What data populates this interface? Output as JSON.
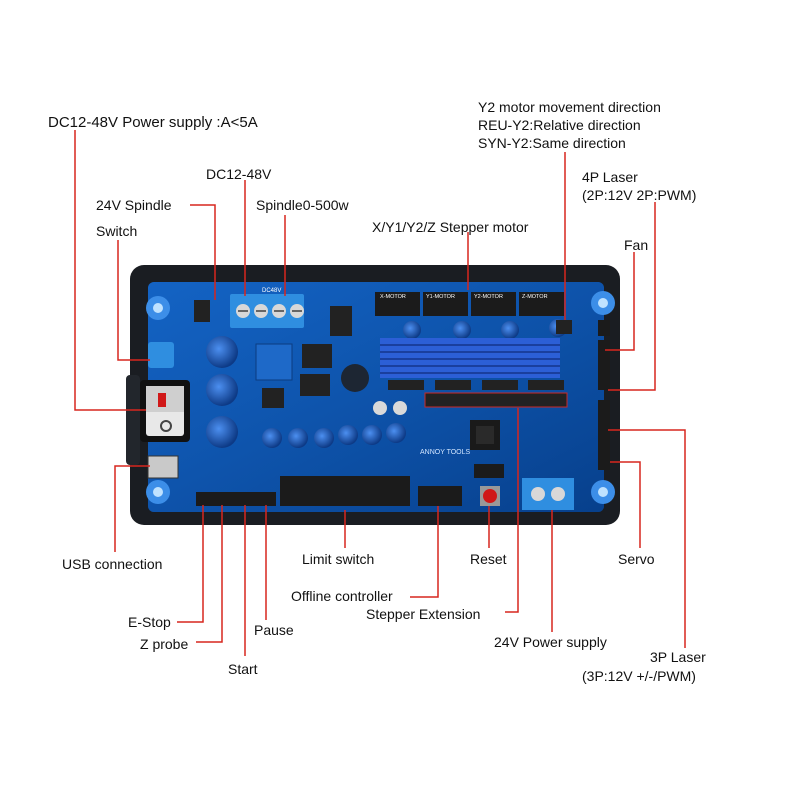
{
  "colors": {
    "leader": "#d7261e",
    "board": "#1a1d22",
    "pcb": "#0b57b8",
    "pcb_dark": "#073f8a",
    "heatsink": "#2c5fd6",
    "terminal": "#2f8ee0",
    "connector": "#2a2a2a",
    "standoff": "#4aa8ff",
    "switch_red": "#d01818"
  },
  "labels": {
    "power_supply": "DC12-48V Power supply :A<5A",
    "dc_input": "DC12-48V",
    "spindle_24v": "24V Spindle",
    "switch": "Switch",
    "spindle_power": "Spindle0-500w",
    "stepper_motor": "X/Y1/Y2/Z Stepper motor",
    "y2_direction_1": "Y2 motor movement direction",
    "y2_direction_2": "REU-Y2:Relative direction",
    "y2_direction_3": "SYN-Y2:Same direction",
    "laser_4p_1": "4P Laser",
    "laser_4p_2": "(2P:12V 2P:PWM)",
    "fan": "Fan",
    "usb": "USB connection",
    "limit_switch": "Limit switch",
    "reset": "Reset",
    "servo": "Servo",
    "offline_controller": "Offline controller",
    "stepper_extension": "Stepper Extension",
    "estop": "E-Stop",
    "z_probe": "Z probe",
    "pause": "Pause",
    "start": "Start",
    "power_24v": "24V Power supply",
    "laser_3p_1": "3P Laser",
    "laser_3p_2": "(3P:12V +/-/PWM)"
  },
  "board": {
    "silk_motor_x": "X-MOTOR",
    "silk_motor_y1": "Y1-MOTOR",
    "silk_motor_y2": "Y2-MOTOR",
    "silk_motor_z": "Z-MOTOR",
    "silk_dc48": "DC48V",
    "brand": "ANNOY TOOLS"
  }
}
